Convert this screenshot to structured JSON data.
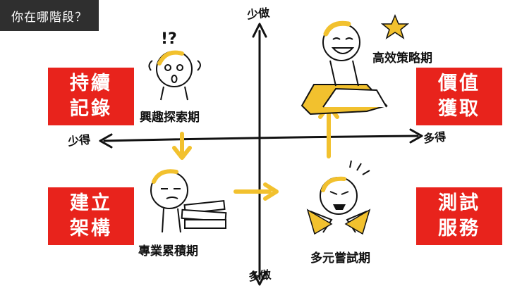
{
  "title": "你在哪階段？",
  "axis": {
    "top": "少做",
    "bottom": "多做",
    "left": "少得",
    "right": "多得"
  },
  "boxes": {
    "top_left": [
      "持續",
      "記錄"
    ],
    "top_right": [
      "價值",
      "獲取"
    ],
    "bottom_left": [
      "建立",
      "架構"
    ],
    "bottom_right": [
      "測試",
      "服務"
    ]
  },
  "phases": {
    "top_left": "興趣探索期",
    "top_right": "高效策略期",
    "bottom_left": "專業累積期",
    "bottom_right": "多元嘗試期"
  },
  "colors": {
    "accent_red": "#e8231c",
    "accent_yellow": "#f2c12e",
    "title_bg": "#2f2f2f",
    "ink": "#111111"
  }
}
